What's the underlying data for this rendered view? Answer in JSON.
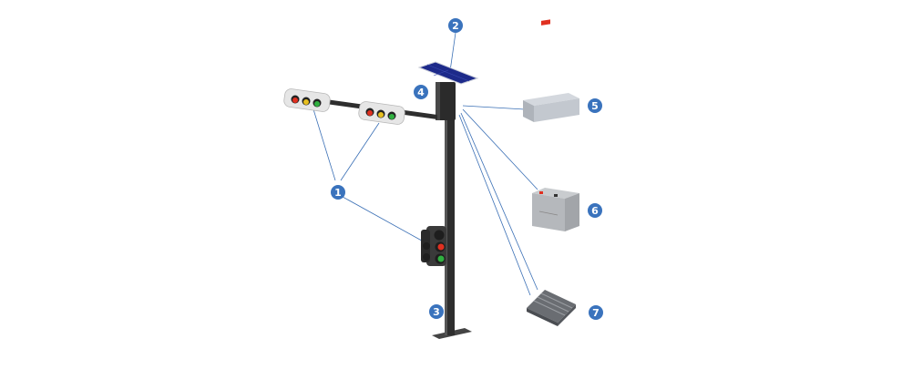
{
  "colors": {
    "badge": "#3a73bd",
    "pole": "#2e2e2e",
    "leader": "#3a6fb5",
    "panel": "#1d2a8a",
    "red": "#e03020",
    "yellow": "#e8c020",
    "green": "#30b040"
  },
  "callouts": [
    {
      "id": "overhead-signals-and-pole-signal",
      "label": "1"
    },
    {
      "id": "solar-panel",
      "label": "2"
    },
    {
      "id": "pole",
      "label": "3"
    },
    {
      "id": "controller-box-on-pole",
      "label": "4"
    },
    {
      "id": "control-unit",
      "label": "5"
    },
    {
      "id": "battery",
      "label": "6"
    },
    {
      "id": "detector-plate",
      "label": "7"
    }
  ]
}
